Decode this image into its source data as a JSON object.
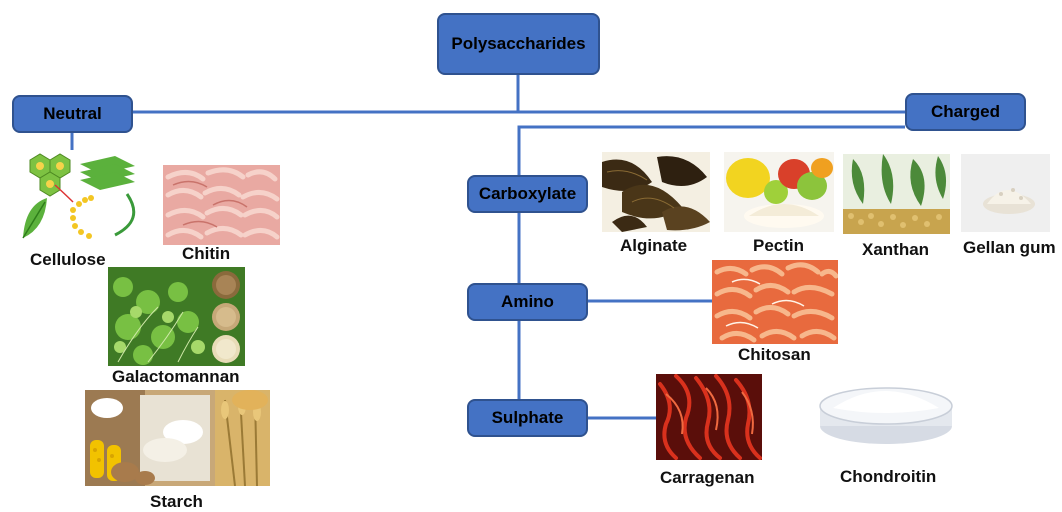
{
  "nodes": {
    "root": "Polysaccharides",
    "neutral": "Neutral",
    "charged": "Charged",
    "carboxylate": "Carboxylate",
    "amino": "Amino",
    "sulphate": "Sulphate"
  },
  "items": {
    "cellulose": "Cellulose",
    "chitin": "Chitin",
    "galactomannan": "Galactomannan",
    "starch": "Starch",
    "alginate": "Alginate",
    "pectin": "Pectin",
    "xanthan": "Xanthan",
    "gellan": "Gellan gum",
    "chitosan": "Chitosan",
    "carragenan": "Carragenan",
    "chondroitin": "Chondroitin"
  },
  "colors": {
    "node_fill": "#4472c4",
    "node_border": "#2f528f",
    "connector": "#4472c4"
  }
}
